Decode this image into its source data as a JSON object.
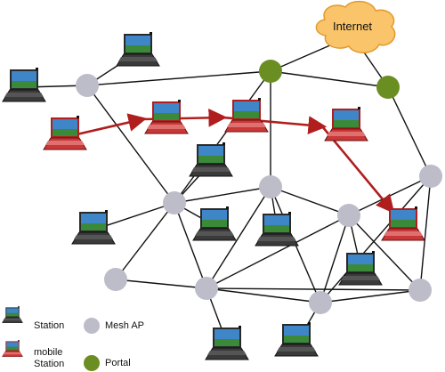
{
  "cloud": {
    "label": "Internet",
    "color": "#f9c46a",
    "stroke": "#e39a2d"
  },
  "node_types": {
    "mesh_ap": {
      "label": "Mesh AP",
      "color": "#bdbcc9"
    },
    "portal": {
      "label": "Portal",
      "color": "#6b8e23"
    }
  },
  "devices": {
    "station": {
      "label": "Station",
      "body_color": "#2a2a2a",
      "screen_color": "#3f86c9",
      "icon": "laptop-icon"
    },
    "mobile_station": {
      "label": "mobile Station",
      "label_line1": "mobile",
      "label_line2": "Station",
      "body_color": "#b01e1e",
      "screen_color": "#3f86c9",
      "icon": "mobile-laptop-icon"
    }
  },
  "legend": {
    "station": "Station",
    "mobile_line1": "mobile",
    "mobile_line2": "Station",
    "mesh_ap": "Mesh AP",
    "portal": "Portal"
  },
  "colors": {
    "link": "#111111",
    "mobility_path": "#b01e1e"
  }
}
